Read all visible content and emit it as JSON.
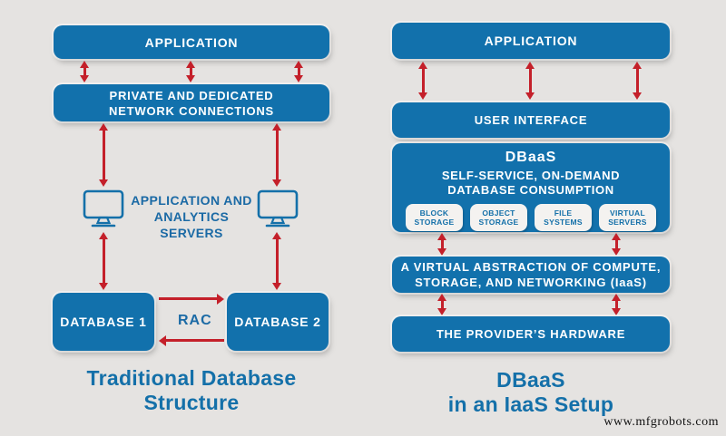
{
  "colors": {
    "box_blue": "#1271ac",
    "arrow_red": "#c4202a",
    "title_blue": "#1470a9",
    "background": "#e5e3e1",
    "service_box_bg": "#f4f2f0"
  },
  "icons": {
    "servers": "monitor-icon"
  },
  "left": {
    "application": "APPLICATION",
    "network": "PRIVATE AND DEDICATED NETWORK CONNECTIONS",
    "servers_label": "APPLICATION AND ANALYTICS SERVERS",
    "database1": "DATABASE 1",
    "database2": "DATABASE 2",
    "rac": "RAC",
    "title_line1": "Traditional Database",
    "title_line2": "Structure"
  },
  "right": {
    "application": "APPLICATION",
    "user_interface": "USER INTERFACE",
    "dbaas_title": "DBaaS",
    "dbaas_sub1": "SELF-SERVICE, ON-DEMAND",
    "dbaas_sub2": "DATABASE CONSUMPTION",
    "services": [
      "BLOCK STORAGE",
      "OBJECT STORAGE",
      "FILE SYSTEMS",
      "VIRTUAL SERVERS"
    ],
    "iaas": "A VIRTUAL ABSTRACTION OF COMPUTE, STORAGE, AND NETWORKING (IaaS)",
    "hardware": "THE PROVIDER’S HARDWARE",
    "title_line1": "DBaaS",
    "title_line2": "in an IaaS Setup"
  },
  "watermark": "www.mfgrobots.com"
}
